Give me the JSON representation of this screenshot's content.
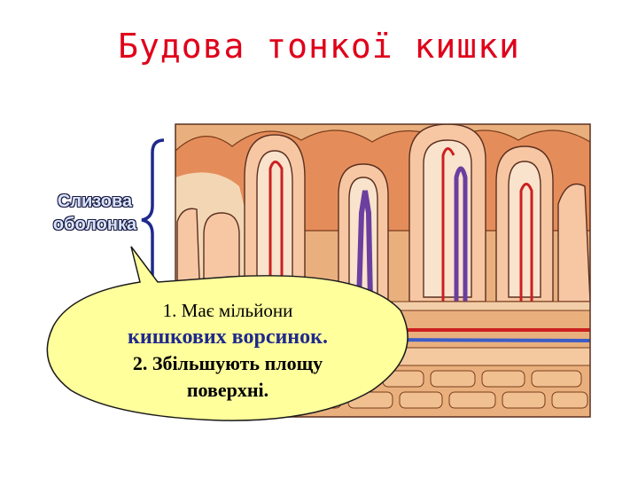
{
  "title": "Будова тонкої кишки",
  "side_label": {
    "line1": "Слизова",
    "line2": "оболонка"
  },
  "callout": {
    "line1": "1. Має мільйони",
    "line2": "кишкових ворсинок.",
    "line3": "2. Збільшують площу",
    "line4": "поверхні."
  },
  "colors": {
    "title": "#e0001a",
    "tissue": "#e9b07e",
    "callout_fill": "#ffff9c",
    "brace": "#1f2a8c",
    "artery": "#cc2020",
    "vein": "#6a3fa0"
  }
}
